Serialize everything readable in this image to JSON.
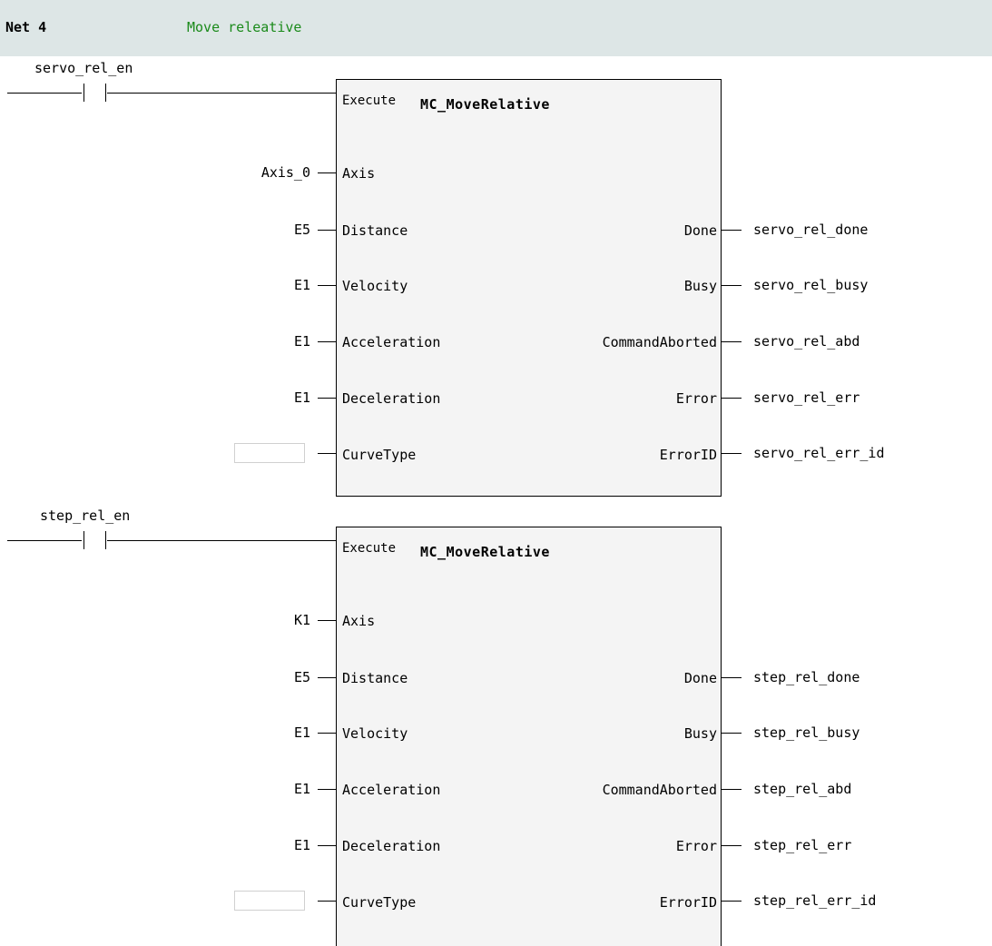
{
  "net": {
    "label": "Net 4",
    "comment": "Move releative"
  },
  "blocks": [
    {
      "contact": "servo_rel_en",
      "title": "MC_MoveRelative",
      "execute_label": "Execute",
      "inputs": [
        {
          "pin": "Axis",
          "value": "Axis_0"
        },
        {
          "pin": "Distance",
          "value": "E5"
        },
        {
          "pin": "Velocity",
          "value": "E1"
        },
        {
          "pin": "Acceleration",
          "value": "E1"
        },
        {
          "pin": "Deceleration",
          "value": "E1"
        },
        {
          "pin": "CurveType",
          "value": ""
        }
      ],
      "outputs": [
        {
          "pin": "Done",
          "value": "servo_rel_done"
        },
        {
          "pin": "Busy",
          "value": "servo_rel_busy"
        },
        {
          "pin": "CommandAborted",
          "value": "servo_rel_abd"
        },
        {
          "pin": "Error",
          "value": "servo_rel_err"
        },
        {
          "pin": "ErrorID",
          "value": "servo_rel_err_id"
        }
      ]
    },
    {
      "contact": "step_rel_en",
      "title": "MC_MoveRelative",
      "execute_label": "Execute",
      "inputs": [
        {
          "pin": "Axis",
          "value": "K1"
        },
        {
          "pin": "Distance",
          "value": "E5"
        },
        {
          "pin": "Velocity",
          "value": "E1"
        },
        {
          "pin": "Acceleration",
          "value": "E1"
        },
        {
          "pin": "Deceleration",
          "value": "E1"
        },
        {
          "pin": "CurveType",
          "value": ""
        }
      ],
      "outputs": [
        {
          "pin": "Done",
          "value": "step_rel_done"
        },
        {
          "pin": "Busy",
          "value": "step_rel_busy"
        },
        {
          "pin": "CommandAborted",
          "value": "step_rel_abd"
        },
        {
          "pin": "Error",
          "value": "step_rel_err"
        },
        {
          "pin": "ErrorID",
          "value": "step_rel_err_id"
        }
      ]
    }
  ]
}
